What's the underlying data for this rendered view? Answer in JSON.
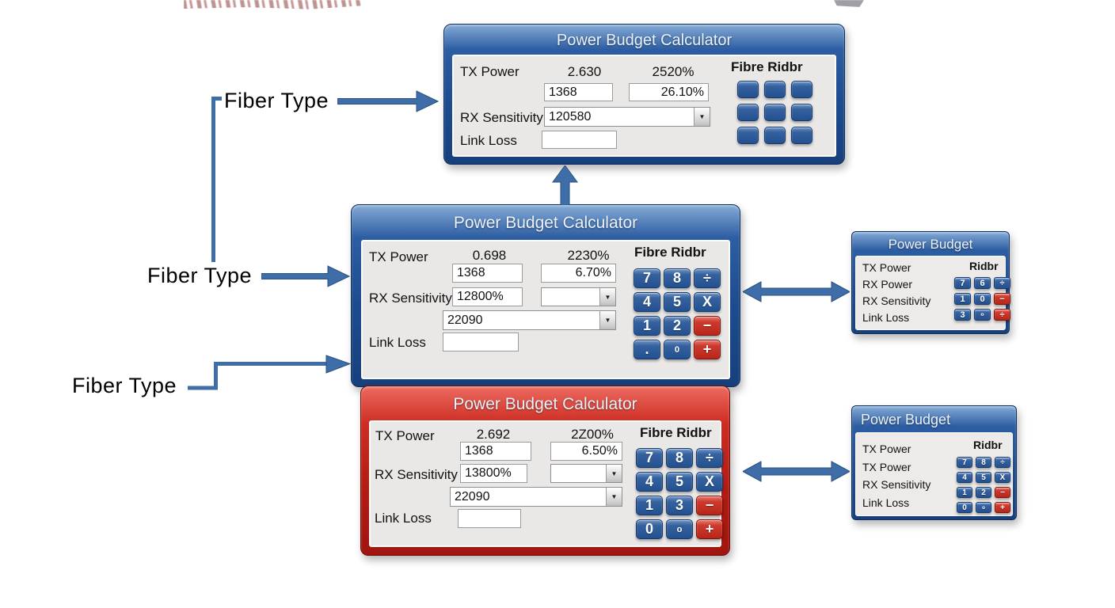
{
  "colors": {
    "arrow": "#3e6da8",
    "blue_header": "#1d4c8f",
    "red_header": "#b21d14",
    "key_blue": "#23508f",
    "key_red": "#b8261a",
    "panel_body": "#e9e8e6"
  },
  "fiber_labels": {
    "one": "Fiber Type",
    "two": "Fiber Type",
    "three": "Fiber Type"
  },
  "calc_top": {
    "title": "Power Budget Calculator",
    "tx_label": "TX Power",
    "tx_value": "2.630",
    "tx_pct": "2520%",
    "tx_input": "1368",
    "pct_input": "26.10%",
    "rx_label": "RX Sensitivity",
    "rx_combo": "120580",
    "link_label": "Link Loss",
    "link_input": "",
    "keypad_title": "Fibre Ridbr",
    "keypad": [
      {
        "t": "",
        "c": "b"
      },
      {
        "t": "",
        "c": "b"
      },
      {
        "t": "",
        "c": "b"
      },
      {
        "t": "",
        "c": "b"
      },
      {
        "t": "",
        "c": "b"
      },
      {
        "t": "",
        "c": "b"
      },
      {
        "t": "",
        "c": "b"
      },
      {
        "t": "",
        "c": "b"
      },
      {
        "t": "",
        "c": "b"
      }
    ]
  },
  "calc_mid": {
    "title": "Power Budget Calculator",
    "tx_label": "TX Power",
    "tx_value": "0.698",
    "tx_pct": "2230%",
    "tx_input": "1368",
    "pct_input": "6.70%",
    "rx_label": "RX Sensitivity",
    "rx_input": "12800%",
    "combo_empty": "",
    "combo2": "22090",
    "link_label": "Link Loss",
    "link_input": "",
    "keypad_title": "Fibre Ridbr",
    "keypad": [
      {
        "t": "7",
        "c": "b"
      },
      {
        "t": "8",
        "c": "b"
      },
      {
        "t": "÷",
        "c": "b"
      },
      {
        "t": "4",
        "c": "b"
      },
      {
        "t": "5",
        "c": "b"
      },
      {
        "t": "X",
        "c": "b"
      },
      {
        "t": "1",
        "c": "b"
      },
      {
        "t": "2",
        "c": "b"
      },
      {
        "t": "−",
        "c": "r"
      },
      {
        "t": ".",
        "c": "b"
      },
      {
        "t": "0",
        "c": "b",
        "small": true
      },
      {
        "t": "+",
        "c": "r"
      }
    ]
  },
  "calc_bottom": {
    "title": "Power Budget Calculator",
    "tx_label": "TX Power",
    "tx_value": "2.692",
    "tx_pct": "2Z00%",
    "tx_input": "1368",
    "pct_input": "6.50%",
    "rx_label": "RX Sensitivity",
    "rx_input": "13800%",
    "combo_empty": "",
    "combo2": "22090",
    "link_label": "Link Loss",
    "link_input": "",
    "keypad_title": "Fibre Ridbr",
    "keypad": [
      {
        "t": "7",
        "c": "b"
      },
      {
        "t": "8",
        "c": "b"
      },
      {
        "t": "÷",
        "c": "b"
      },
      {
        "t": "4",
        "c": "b"
      },
      {
        "t": "5",
        "c": "b"
      },
      {
        "t": "X",
        "c": "b"
      },
      {
        "t": "1",
        "c": "b"
      },
      {
        "t": "3",
        "c": "b"
      },
      {
        "t": "−",
        "c": "r"
      },
      {
        "t": "0",
        "c": "b"
      },
      {
        "t": "o",
        "c": "b",
        "small": true
      },
      {
        "t": "+",
        "c": "r"
      }
    ]
  },
  "mini_top": {
    "title": "Power Budget",
    "rows": [
      "TX Power",
      "RX Power",
      "RX Sensitivity",
      "Link Loss"
    ],
    "side_label": "Ridbr",
    "keypad": [
      {
        "t": "7",
        "c": "b"
      },
      {
        "t": "6",
        "c": "b"
      },
      {
        "t": "÷",
        "c": "b"
      },
      {
        "t": "1",
        "c": "b"
      },
      {
        "t": "0",
        "c": "b"
      },
      {
        "t": "−",
        "c": "r"
      },
      {
        "t": "3",
        "c": "b"
      },
      {
        "t": "o",
        "c": "b",
        "small": true
      },
      {
        "t": "÷",
        "c": "r"
      }
    ]
  },
  "mini_bottom": {
    "title": "Power Budget",
    "rows": [
      "TX Power",
      "TX Power",
      "RX Sensitivity",
      "Link Loss"
    ],
    "side_label": "Ridbr",
    "keypad": [
      {
        "t": "7",
        "c": "b"
      },
      {
        "t": "8",
        "c": "b"
      },
      {
        "t": "÷",
        "c": "b"
      },
      {
        "t": "4",
        "c": "b"
      },
      {
        "t": "5",
        "c": "b"
      },
      {
        "t": "X",
        "c": "b"
      },
      {
        "t": "1",
        "c": "b"
      },
      {
        "t": "2",
        "c": "b"
      },
      {
        "t": "−",
        "c": "r"
      },
      {
        "t": "0",
        "c": "b"
      },
      {
        "t": "o",
        "c": "b",
        "small": true
      },
      {
        "t": "+",
        "c": "r"
      }
    ]
  }
}
